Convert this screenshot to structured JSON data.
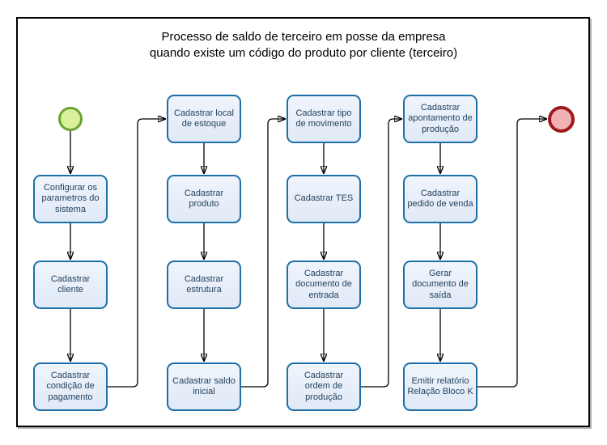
{
  "title": {
    "line1": "Processo de saldo de terceiro em posse da empresa",
    "line2": "quando existe um código do produto por cliente (terceiro)"
  },
  "nodes": [
    {
      "id": "configurar-parametros-sistema",
      "label": "Configurar os parametros do sistema"
    },
    {
      "id": "cadastrar-cliente",
      "label": "Cadastrar cliente"
    },
    {
      "id": "cadastrar-condicao-pagamento",
      "label": "Cadastrar condição de pagamento"
    },
    {
      "id": "cadastrar-local-estoque",
      "label": "Cadastrar local de estoque"
    },
    {
      "id": "cadastrar-produto",
      "label": "Cadastrar produto"
    },
    {
      "id": "cadastrar-estrutura",
      "label": "Cadastrar estrutura"
    },
    {
      "id": "cadastrar-saldo-inicial",
      "label": "Cadastrar saldo inicial"
    },
    {
      "id": "cadastrar-tipo-movimento",
      "label": "Cadastrar tipo de movimento"
    },
    {
      "id": "cadastrar-tes",
      "label": "Cadastrar TES"
    },
    {
      "id": "cadastrar-documento-entrada",
      "label": "Cadastrar documento de entrada"
    },
    {
      "id": "cadastrar-ordem-producao",
      "label": "Cadastrar ordem de produção"
    },
    {
      "id": "cadastrar-apontamento-producao",
      "label": "Cadastrar apontamento de produção"
    },
    {
      "id": "cadastrar-pedido-venda",
      "label": "Cadastrar pedido de venda"
    },
    {
      "id": "gerar-documento-saida",
      "label": "Gerar documento de saída"
    },
    {
      "id": "emitir-relatorio-relacao-bloco-k",
      "label": "Emitir relatório Relação Bloco K"
    }
  ],
  "events": {
    "start": {
      "id": "start",
      "type": "start-event"
    },
    "end": {
      "id": "end",
      "type": "end-event"
    }
  },
  "edges": [
    {
      "from": "start",
      "to": "configurar-parametros-sistema"
    },
    {
      "from": "configurar-parametros-sistema",
      "to": "cadastrar-cliente"
    },
    {
      "from": "cadastrar-cliente",
      "to": "cadastrar-condicao-pagamento"
    },
    {
      "from": "cadastrar-condicao-pagamento",
      "to": "cadastrar-local-estoque"
    },
    {
      "from": "cadastrar-local-estoque",
      "to": "cadastrar-produto"
    },
    {
      "from": "cadastrar-produto",
      "to": "cadastrar-estrutura"
    },
    {
      "from": "cadastrar-estrutura",
      "to": "cadastrar-saldo-inicial"
    },
    {
      "from": "cadastrar-saldo-inicial",
      "to": "cadastrar-tipo-movimento"
    },
    {
      "from": "cadastrar-tipo-movimento",
      "to": "cadastrar-tes"
    },
    {
      "from": "cadastrar-tes",
      "to": "cadastrar-documento-entrada"
    },
    {
      "from": "cadastrar-documento-entrada",
      "to": "cadastrar-ordem-producao"
    },
    {
      "from": "cadastrar-ordem-producao",
      "to": "cadastrar-apontamento-producao"
    },
    {
      "from": "cadastrar-apontamento-producao",
      "to": "cadastrar-pedido-venda"
    },
    {
      "from": "cadastrar-pedido-venda",
      "to": "gerar-documento-saida"
    },
    {
      "from": "gerar-documento-saida",
      "to": "emitir-relatorio-relacao-bloco-k"
    },
    {
      "from": "emitir-relatorio-relacao-bloco-k",
      "to": "end"
    }
  ],
  "colors": {
    "task_fill": "#e7eef9",
    "task_border": "#1c6fa8",
    "task_text": "#24425e",
    "start_fill": "#d9f19b",
    "start_border": "#6aa32e",
    "end_fill": "#f1b2b4",
    "end_border": "#9d191c",
    "connector": "#000000",
    "frame_border": "#000000",
    "background": "#ffffff"
  }
}
